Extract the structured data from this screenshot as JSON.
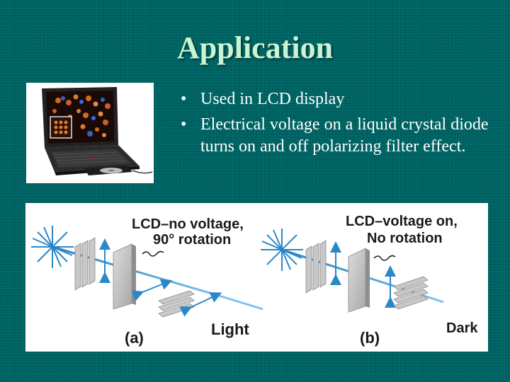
{
  "slide": {
    "title": "Application",
    "bullets": [
      {
        "mark": "•",
        "text": "Used in LCD display"
      },
      {
        "mark": "•",
        "text": "Electrical voltage on a liquid crystal diode turns on and off polarizing filter effect."
      }
    ]
  },
  "diagram": {
    "panel_a": {
      "heading_line1": "LCD–no voltage,",
      "heading_line2": "90° rotation",
      "outcome": "Light",
      "tag": "(a)"
    },
    "panel_b": {
      "heading_line1": "LCD–voltage on,",
      "heading_line2": "No rotation",
      "outcome": "Dark",
      "tag": "(b)"
    }
  },
  "colors": {
    "background": "#006666",
    "title": "#c9f3d2",
    "text": "#ffffff",
    "beam": "#3b9bd6"
  }
}
